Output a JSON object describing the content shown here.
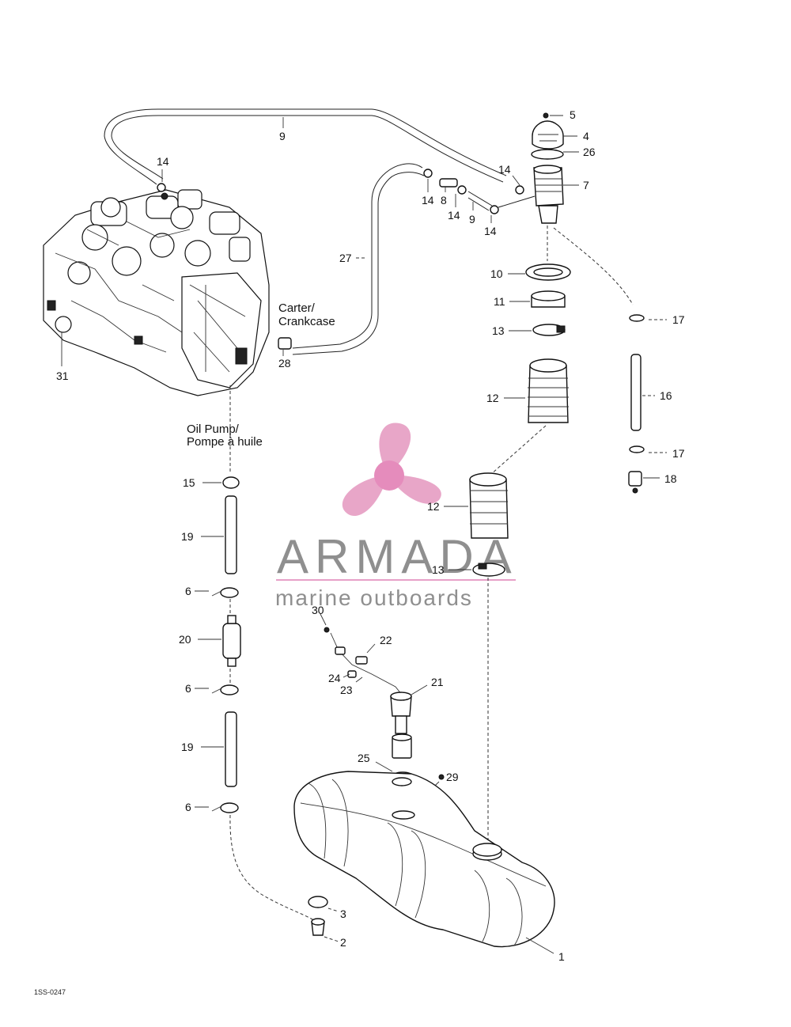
{
  "watermark": {
    "name": "ARMADA",
    "tagline": "marine outboards",
    "colors": {
      "propeller": "#e8a6c8",
      "hub": "#e58cbc",
      "rule": "#e7a0c8",
      "text": "#8f8f8f"
    }
  },
  "captions": {
    "crankcase_line1": "Carter/",
    "crankcase_line2": "Crankcase",
    "oil_pump_line1": "Oil Pump/",
    "oil_pump_line2": "Pompe à huile"
  },
  "callouts": {
    "c1": "1",
    "c2": "2",
    "c3": "3",
    "c4": "4",
    "c5": "5",
    "c6a": "6",
    "c6b": "6",
    "c6c": "6",
    "c7": "7",
    "c8": "8",
    "c9a": "9",
    "c9b": "9",
    "c10": "10",
    "c11": "11",
    "c12a": "12",
    "c12b": "12",
    "c13a": "13",
    "c13b": "13",
    "c14a": "14",
    "c14b": "14",
    "c14c": "14",
    "c14d": "14",
    "c14e": "14",
    "c15": "15",
    "c16": "16",
    "c17a": "17",
    "c17b": "17",
    "c18": "18",
    "c19a": "19",
    "c19b": "19",
    "c20": "20",
    "c21": "21",
    "c22": "22",
    "c23": "23",
    "c24": "24",
    "c25": "25",
    "c26": "26",
    "c27": "27",
    "c28": "28",
    "c29": "29",
    "c30": "30",
    "c31": "31"
  },
  "figure_code": "1SS-0247"
}
